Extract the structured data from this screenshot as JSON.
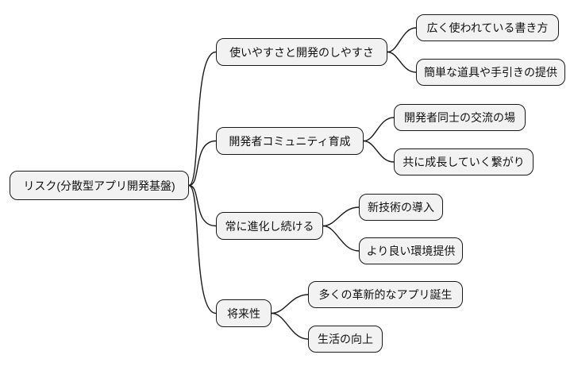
{
  "diagram": {
    "type": "mindmap",
    "orientation": "left-to-right",
    "colors": {
      "background": "#ffffff",
      "node_fill": "#f2f2f2",
      "node_border": "#1a1a1a",
      "edge_line": "#1a1a1a",
      "text": "#111111"
    },
    "root": {
      "label": "リスク(分散型アプリ開発基盤)"
    },
    "branches": [
      {
        "label": "使いやすさと開発のしやすさ",
        "children": [
          "広く使われている書き方",
          "簡単な道具や手引きの提供"
        ]
      },
      {
        "label": "開発者コミュニティ育成",
        "children": [
          "開発者同士の交流の場",
          "共に成長していく繋がり"
        ]
      },
      {
        "label": "常に進化し続ける",
        "children": [
          "新技術の導入",
          "より良い環境提供"
        ]
      },
      {
        "label": "将来性",
        "children": [
          "多くの革新的なアプリ誕生",
          "生活の向上"
        ]
      }
    ]
  }
}
